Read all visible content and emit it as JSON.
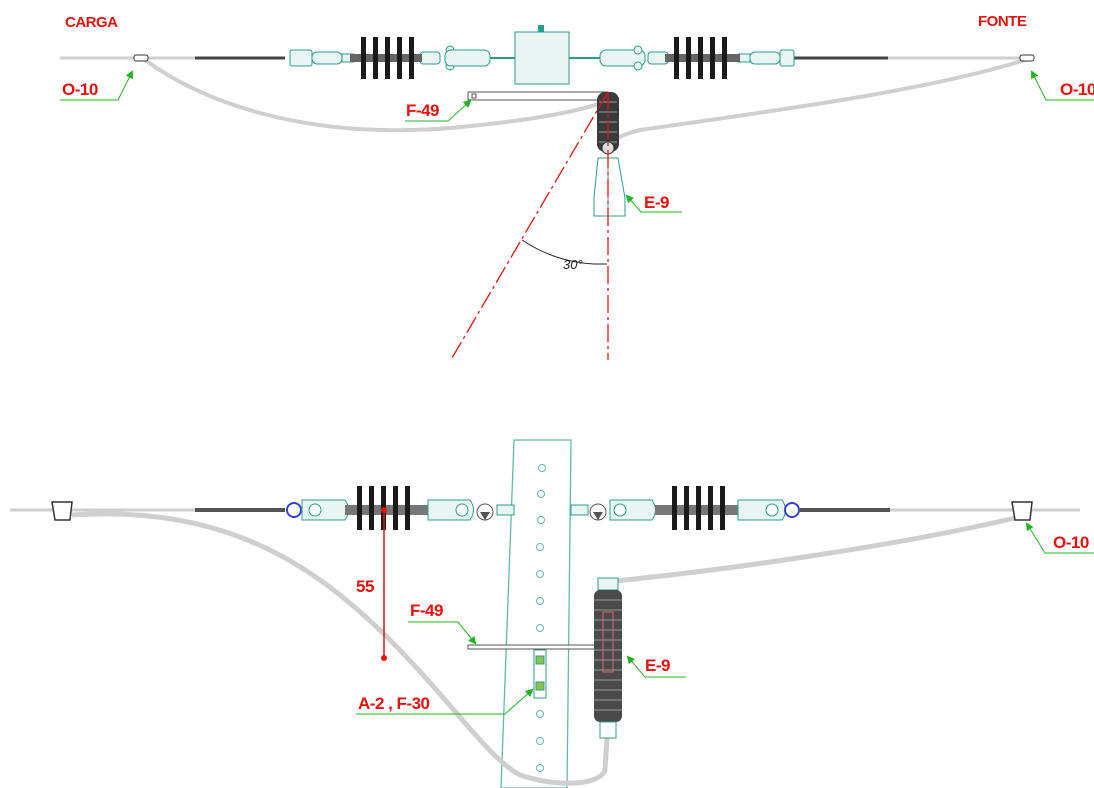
{
  "top_view": {
    "label_left_end": "CARGA",
    "label_right_end": "FONTE",
    "callout_left": "O-10",
    "callout_right": "O-10",
    "callout_bracket": "F-49",
    "callout_arrester": "E-9",
    "angle_label": "30°"
  },
  "side_view": {
    "callout_right": "O-10",
    "callout_bracket": "F-49",
    "callout_arrester": "E-9",
    "callout_clamp": "A-2 , F-30",
    "dimension_label": "55"
  },
  "colors": {
    "label": "#e8120c",
    "leader": "#22b422",
    "hardware": "#2a9d8f",
    "conductor": "#cfcfcf",
    "insulator": "#1a1a1a",
    "centerline": "#e8120c",
    "pole": "#5fb8b0"
  }
}
